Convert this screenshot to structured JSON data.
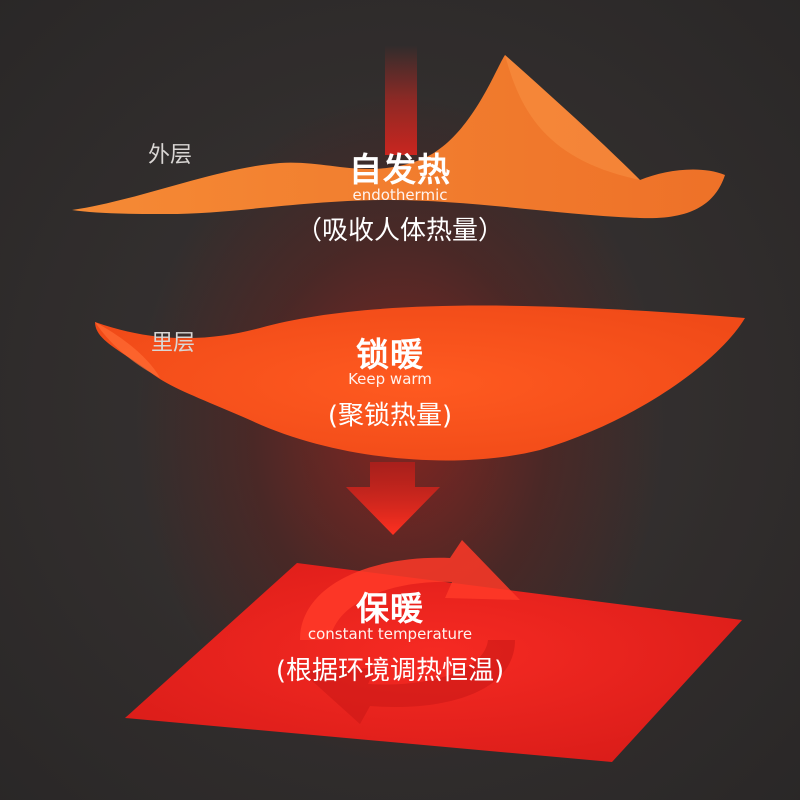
{
  "colors": {
    "outer_layer": "#f07a2a",
    "inner_layer": "#f4551c",
    "base_layer": "#e8201c",
    "arrow": "#d8251e",
    "text": "#ffffff",
    "label": "#d9d6d4"
  },
  "outer": {
    "label": "外层",
    "title": "自发热",
    "english": "endothermic",
    "subtitle": "（吸收人体热量）"
  },
  "inner": {
    "label": "里层",
    "title": "锁暖",
    "english": "Keep warm",
    "subtitle": "(聚锁热量)"
  },
  "base": {
    "title": "保暖",
    "english": "constant temperature",
    "subtitle": "(根据环境调热恒温)"
  }
}
